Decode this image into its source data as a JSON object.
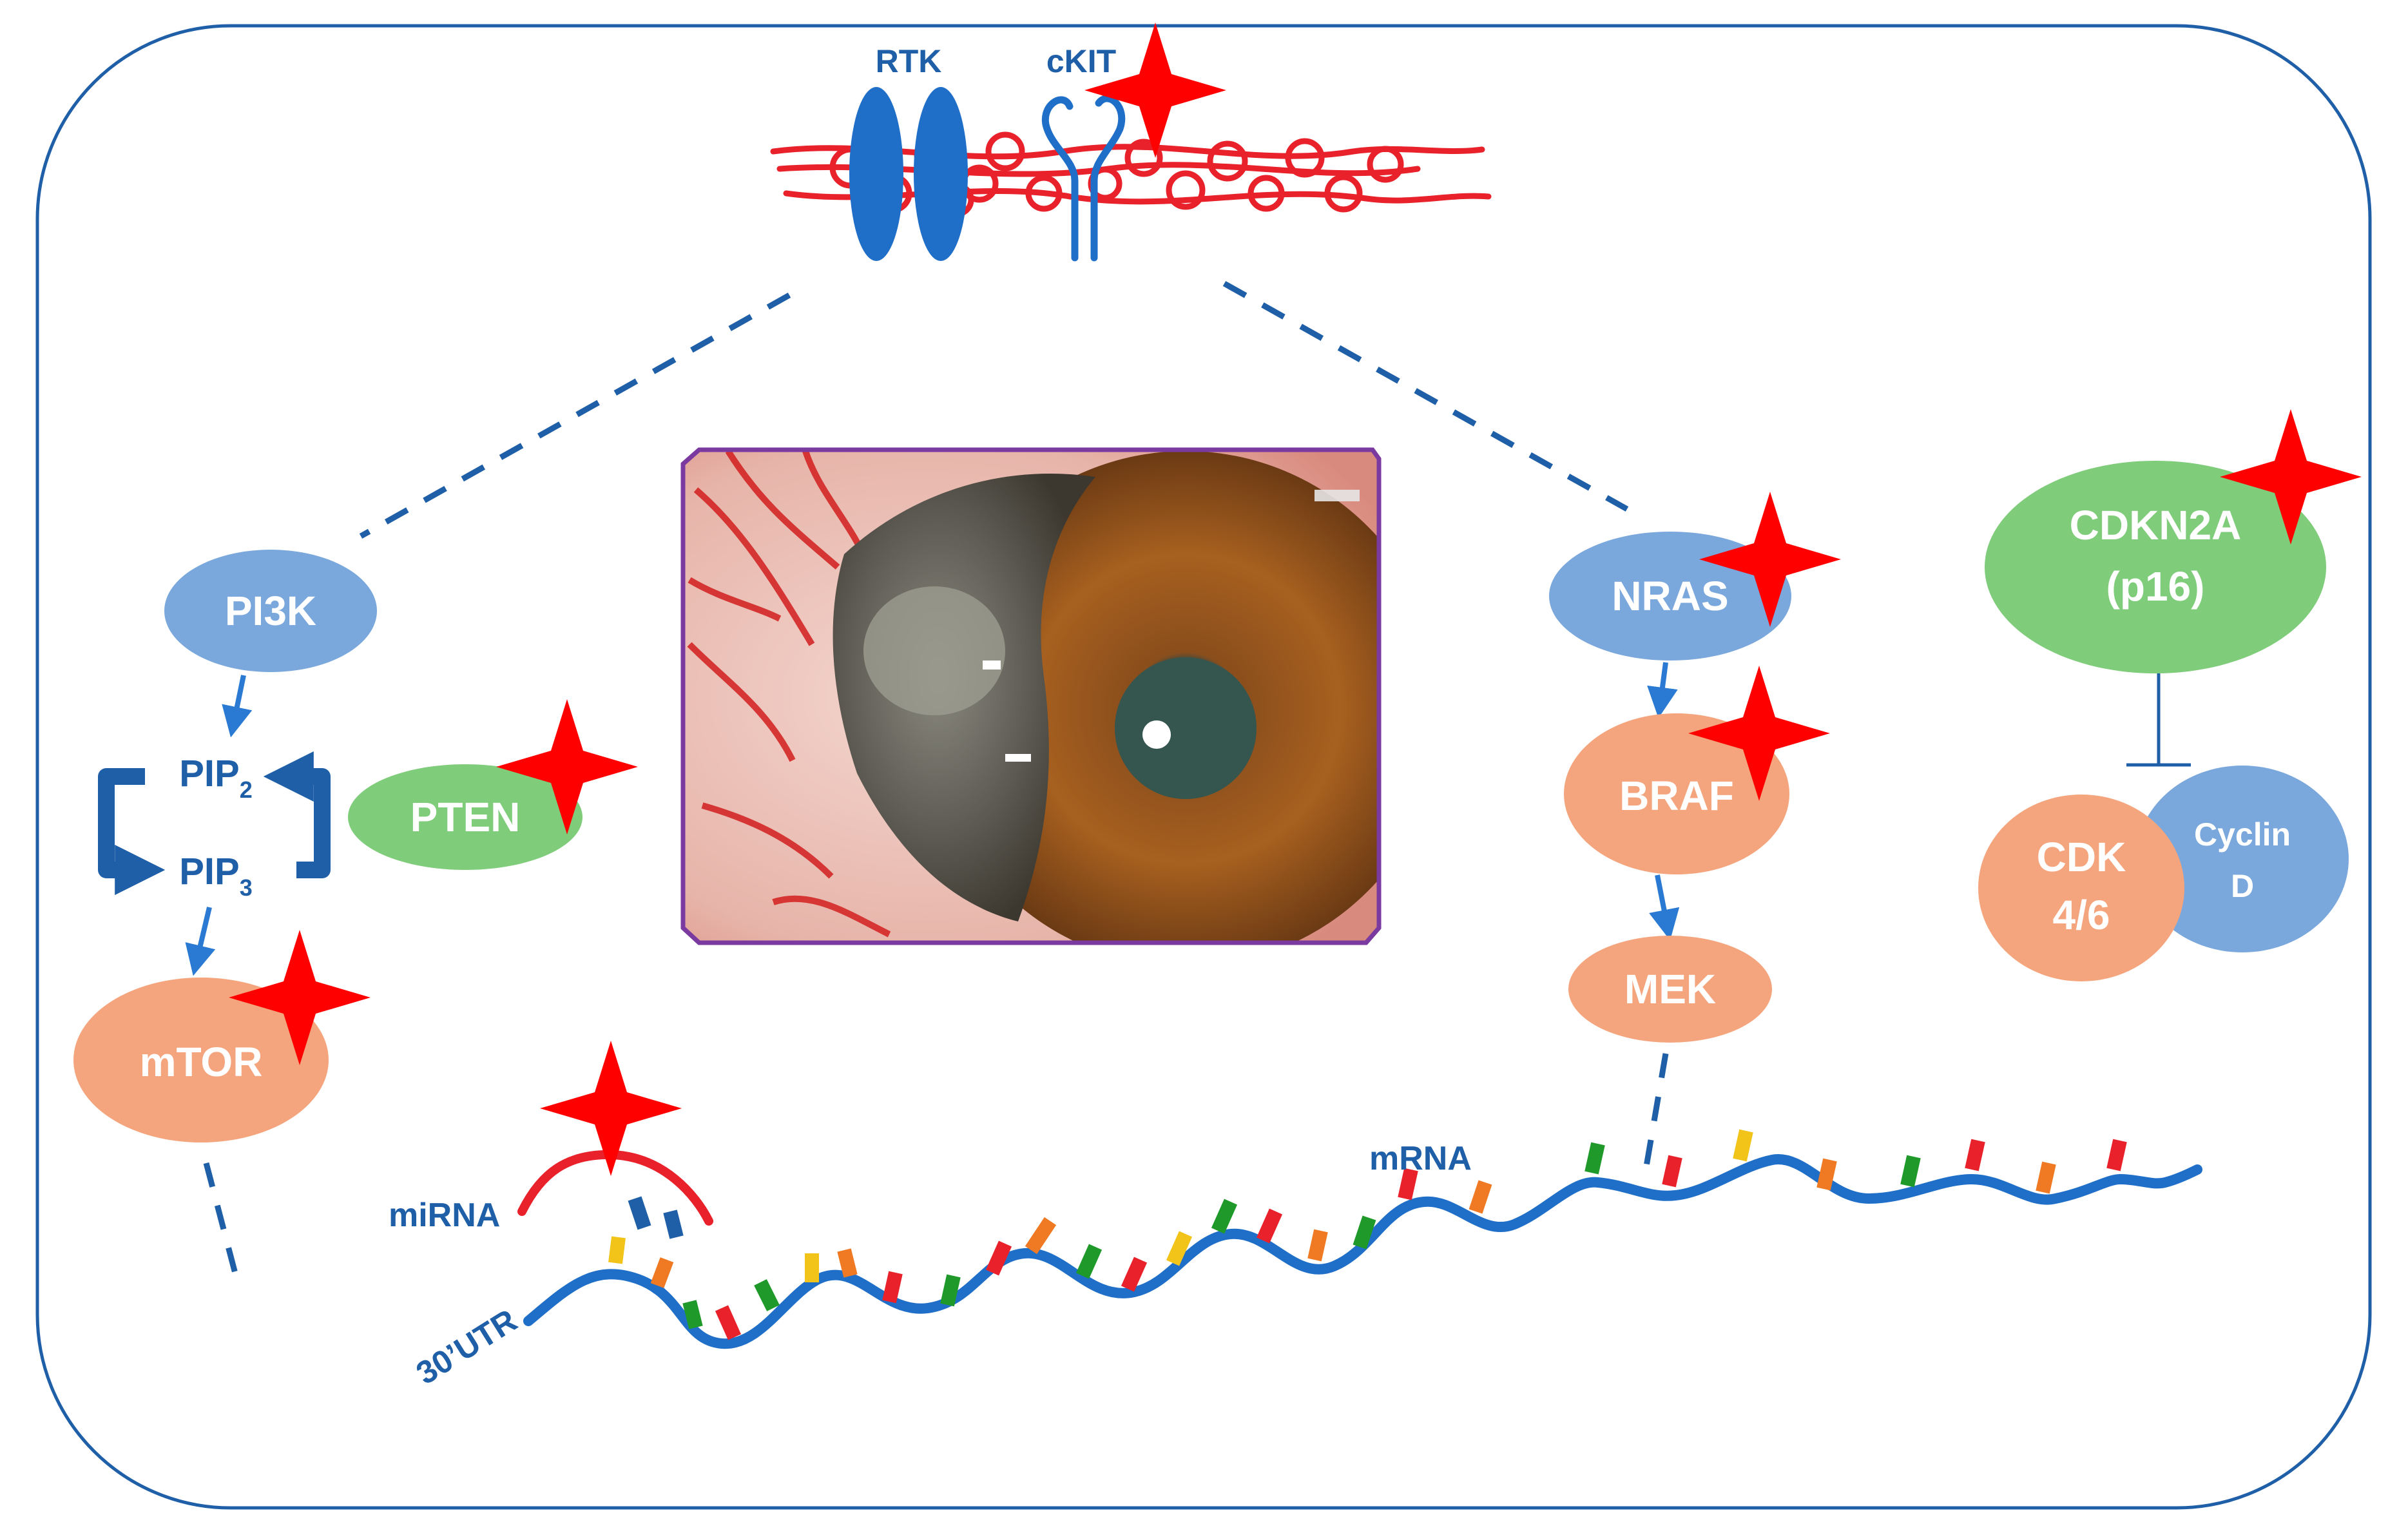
{
  "labels": {
    "rtk": "RTK",
    "ckit": "cKIT",
    "pi3k": "PI3K",
    "pip2": "PIP",
    "pip2_sub": "2",
    "pip3": "PIP",
    "pip3_sub": "3",
    "pten": "PTEN",
    "mtor": "mTOR",
    "nras": "NRAS",
    "braf": "BRAF",
    "mek": "MEK",
    "cdkn2a_line1": "CDKN2A",
    "cdkn2a_line2": "(p16)",
    "cdk_line1": "CDK",
    "cdk_line2": "4/6",
    "cyclin_line1": "Cyclin",
    "cyclin_line2": "D",
    "mirna": "miRNA",
    "mrna": "mRNA",
    "utr": "30’UTR"
  },
  "colors": {
    "dark_blue": "#1f5fa8",
    "arrow_blue": "#2a7ad3",
    "light_blue_node": "#7aa7dc",
    "orange_node": "#f5a57d",
    "green_node": "#7fcc7a",
    "mutation_star": "#ff0000",
    "membrane_red": "#e8212a",
    "photo_border": "#7b3aa0"
  },
  "icons": {
    "mutation_marker": "red-star-icon",
    "cell_membrane": "membrane-icon",
    "receptor": "receptor-icon"
  }
}
